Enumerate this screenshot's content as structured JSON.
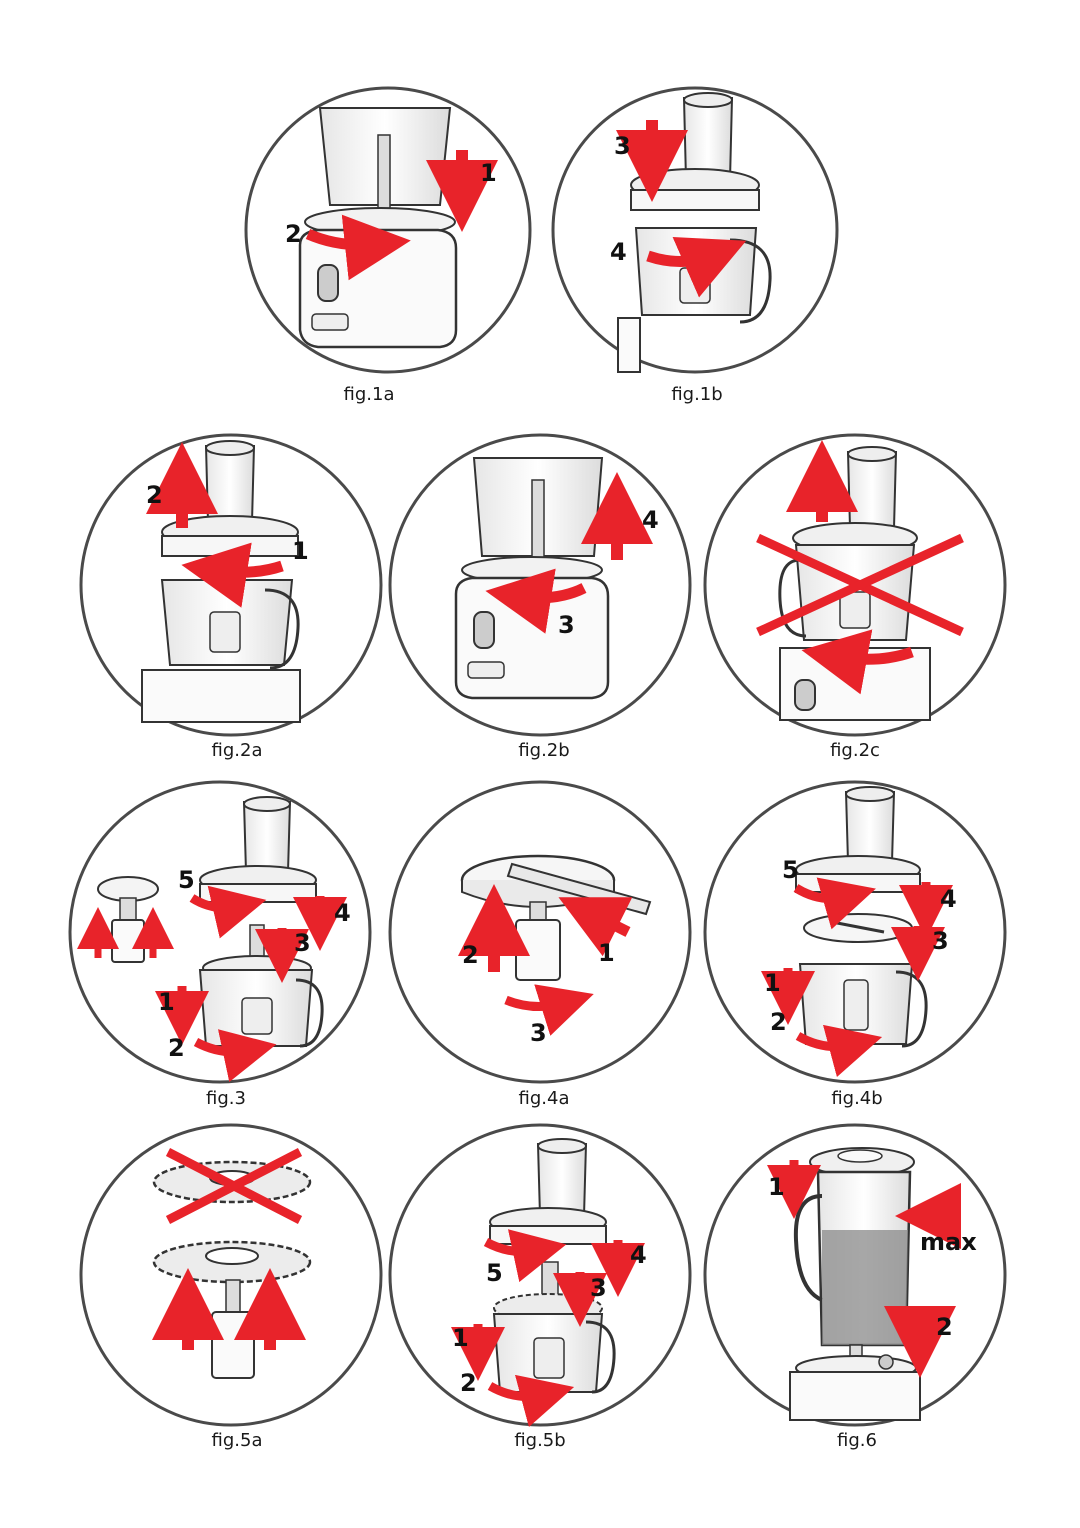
{
  "page": {
    "accent": "#e8232a",
    "outline": "#4a4a4a"
  },
  "figures": [
    {
      "id": "fig1a",
      "caption": "fig.1a",
      "step_labels": [
        "1",
        "2"
      ]
    },
    {
      "id": "fig1b",
      "caption": "fig.1b",
      "step_labels": [
        "3",
        "4"
      ]
    },
    {
      "id": "fig2a",
      "caption": "fig.2a",
      "step_labels": [
        "2",
        "1"
      ]
    },
    {
      "id": "fig2b",
      "caption": "fig.2b",
      "step_labels": [
        "4",
        "3"
      ]
    },
    {
      "id": "fig2c",
      "caption": "fig.2c",
      "step_labels": [],
      "crossed_out": true
    },
    {
      "id": "fig3",
      "caption": "fig.3",
      "step_labels": [
        "5",
        "4",
        "3",
        "1",
        "2"
      ]
    },
    {
      "id": "fig4a",
      "caption": "fig.4a",
      "step_labels": [
        "2",
        "1",
        "3"
      ]
    },
    {
      "id": "fig4b",
      "caption": "fig.4b",
      "step_labels": [
        "5",
        "4",
        "3",
        "1",
        "2"
      ]
    },
    {
      "id": "fig5a",
      "caption": "fig.5a",
      "step_labels": [],
      "crossed_out": true
    },
    {
      "id": "fig5b",
      "caption": "fig.5b",
      "step_labels": [
        "5",
        "4",
        "3",
        "1",
        "2"
      ]
    },
    {
      "id": "fig6",
      "caption": "fig.6",
      "step_labels": [
        "1",
        "2"
      ],
      "level_label": "max"
    }
  ]
}
